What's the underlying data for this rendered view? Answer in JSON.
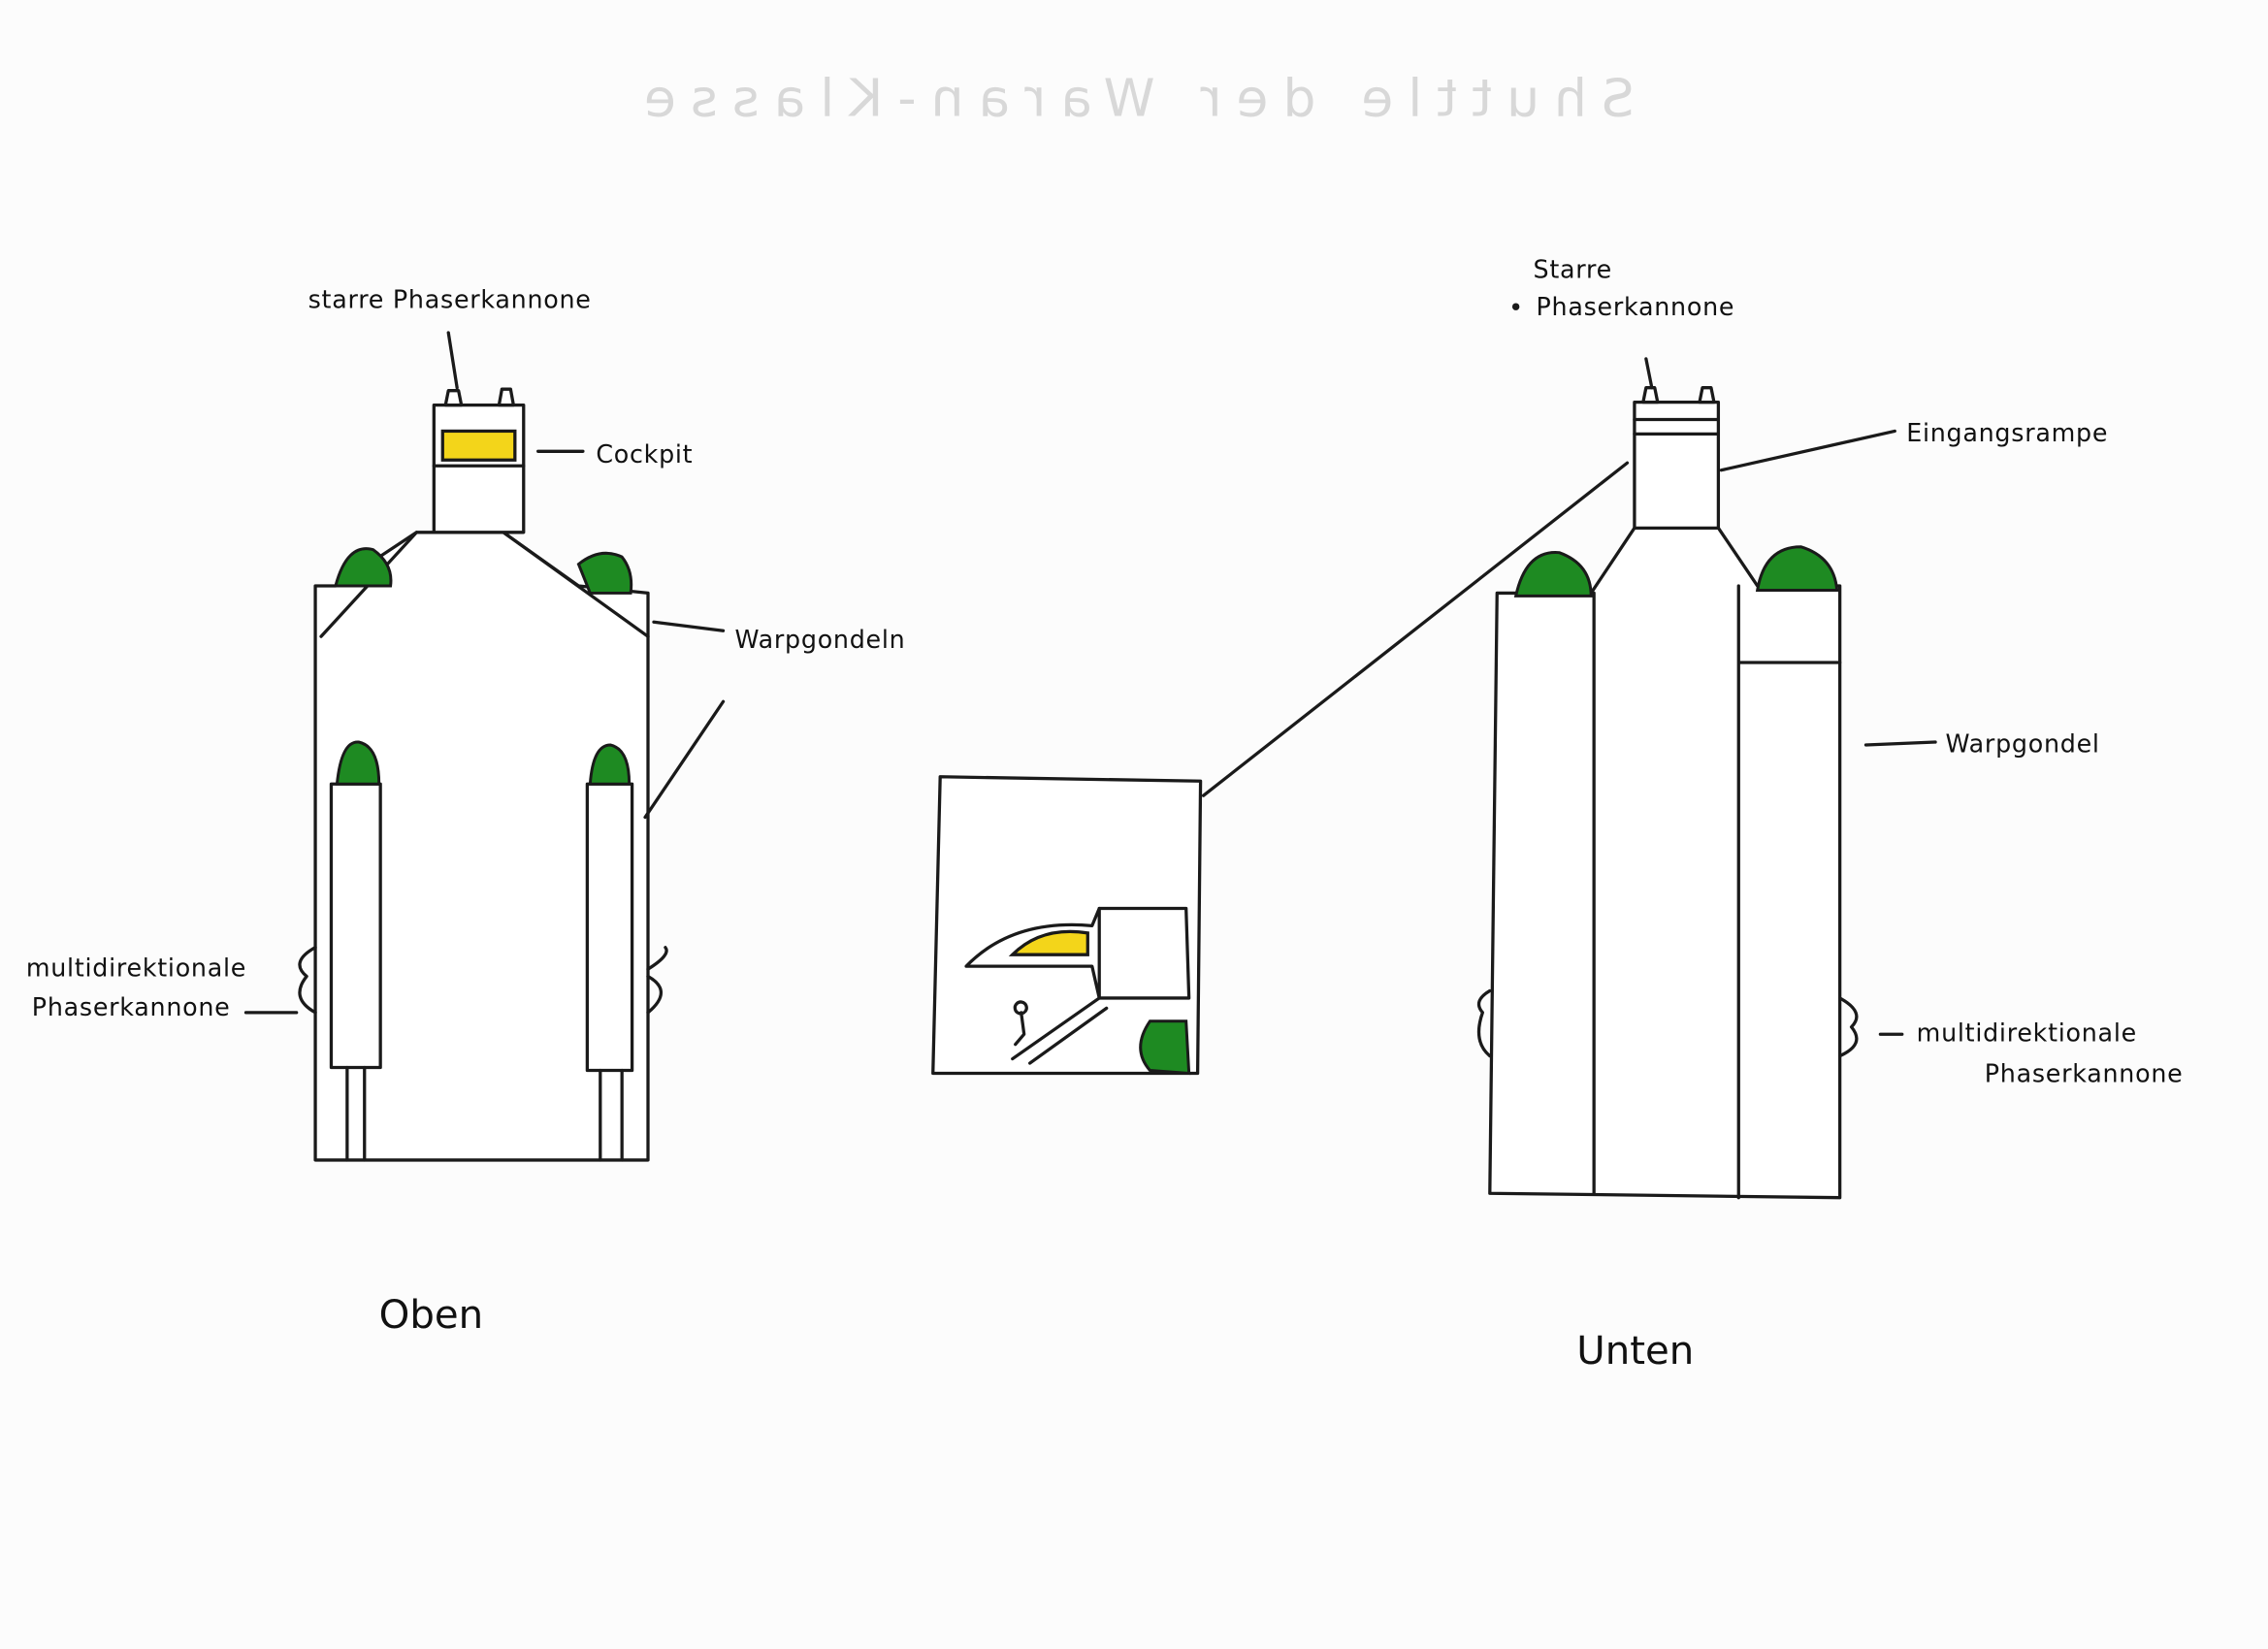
{
  "title_bleed": "Shuttle der Waran-Klasse",
  "top_view": {
    "caption": "Oben",
    "labels": {
      "fixed_phaser": "starre Phaserkannone",
      "cockpit": "Cockpit",
      "nacelles": "Warpgondeln",
      "multi_phaser_line1": "multidirektionale",
      "multi_phaser_line2": "Phaserkannone"
    }
  },
  "bottom_view": {
    "caption": "Unten",
    "labels": {
      "fixed_phaser_line1": "Starre",
      "fixed_phaser_line2": "Phaserkannone",
      "ramp": "Eingangsrampe",
      "nacelle": "Warpgondel",
      "multi_phaser_line1": "multidirektionale",
      "multi_phaser_line2": "Phaserkannone"
    }
  },
  "colors": {
    "ink": "#1a1a1a",
    "nacelle_green": "#1e8a22",
    "cockpit_yellow": "#f3d51a"
  }
}
